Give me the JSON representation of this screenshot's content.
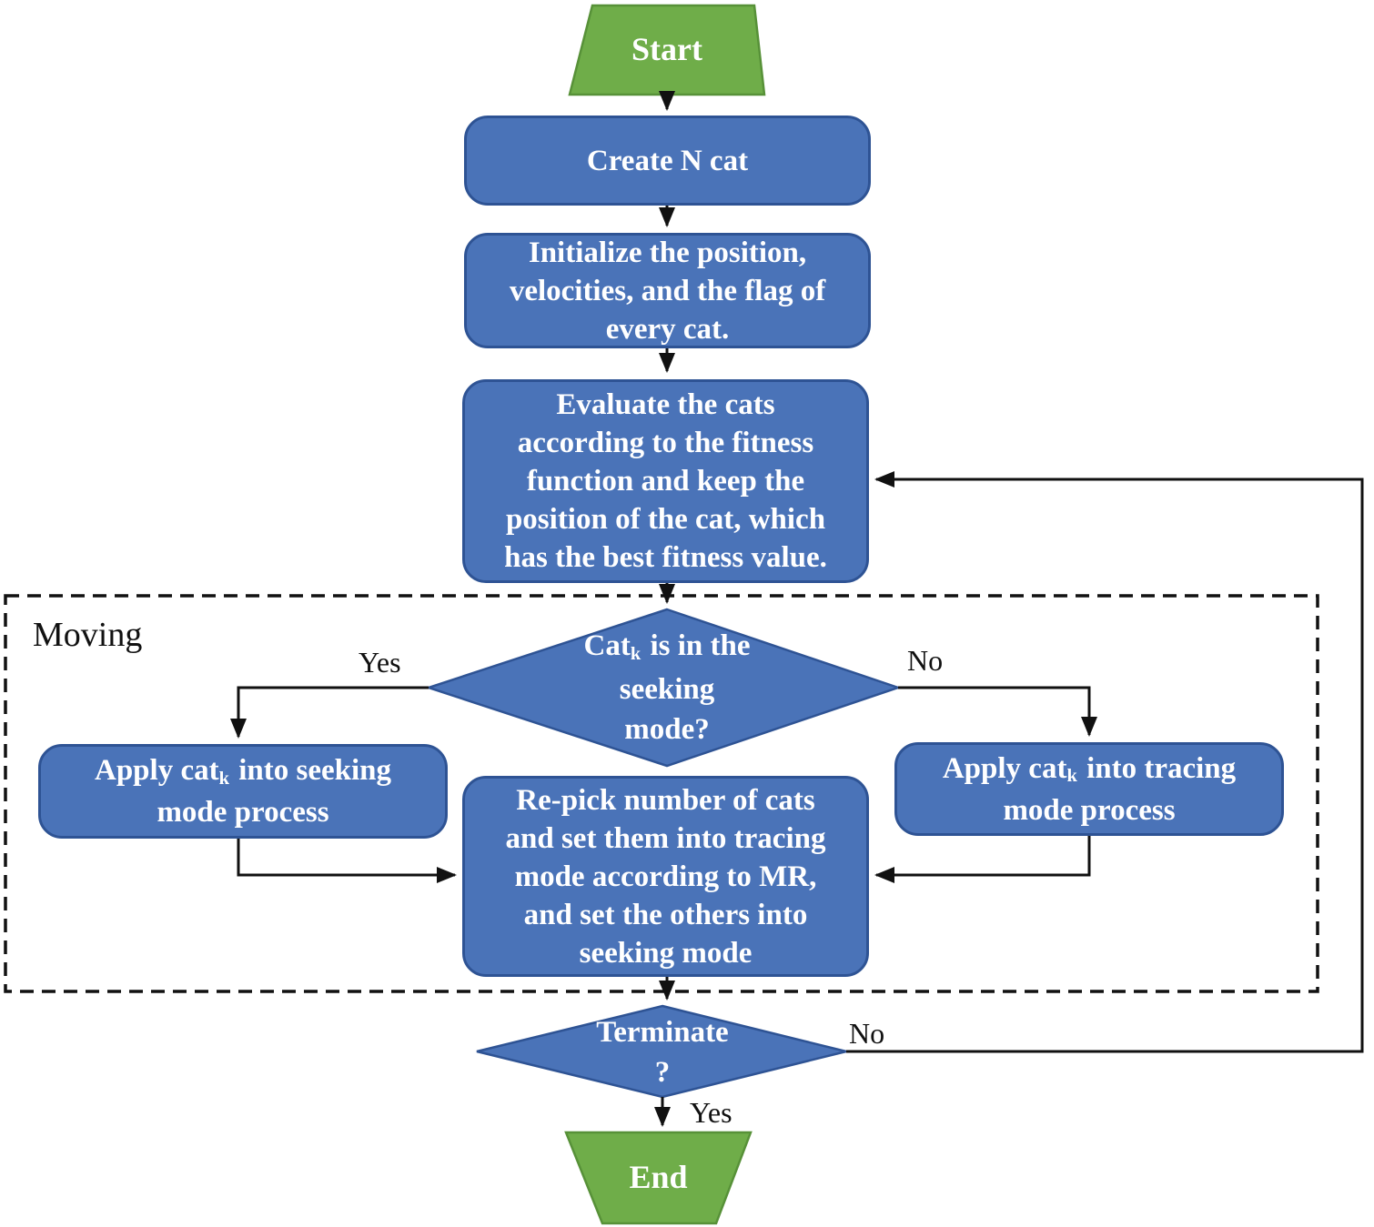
{
  "diagram": {
    "kind": "flowchart",
    "region_label": "Moving",
    "nodes": {
      "start": "Start",
      "create": "Create N cat",
      "initialize": [
        "Initialize the position,",
        "velocities, and the flag of",
        "every cat."
      ],
      "evaluate": [
        "Evaluate the cats",
        "according to the fitness",
        "function and keep the",
        "position of the cat, which",
        "has the best fitness value."
      ],
      "seeking_decision": {
        "pre": "Cat",
        "sub": "k",
        "post": " is in the",
        "line2": "seeking",
        "line3": "mode?"
      },
      "apply_seeking": {
        "pre": "Apply cat",
        "sub": "k",
        "post": " into seeking",
        "line2": "mode process"
      },
      "apply_tracing": {
        "pre": "Apply cat",
        "sub": "k",
        "post": " into tracing",
        "line2": "mode process"
      },
      "repick": [
        "Re-pick number of cats",
        "and set them into tracing",
        "mode according to MR,",
        "and set the others into",
        "seeking mode"
      ],
      "terminate": [
        "Terminate",
        "?"
      ],
      "end": "End"
    },
    "edge_labels": {
      "seeking_yes": "Yes",
      "tracing_no": "No",
      "terminate_no": "No",
      "terminate_yes": "Yes"
    },
    "colors": {
      "process_fill": "#4a73b8",
      "process_border": "#2e5394",
      "terminal_fill": "#6fad49",
      "terminal_border": "#579138",
      "connector": "#111111",
      "text_on_fill": "#ffffff",
      "label_text": "#111111"
    }
  }
}
